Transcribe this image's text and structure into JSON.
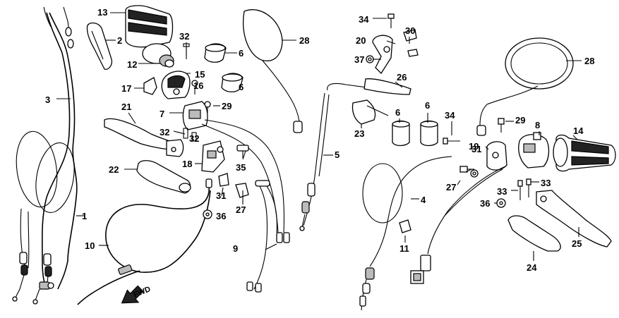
{
  "labels": {
    "l1": "1",
    "l2": "2",
    "l3": "3",
    "l4": "4",
    "l5": "5",
    "l6a": "6",
    "l6b": "6",
    "l6c": "6",
    "l6d": "6",
    "l7": "7",
    "l8": "8",
    "l9": "9",
    "l10": "10",
    "l11": "11",
    "l12": "12",
    "l13": "13",
    "l14": "14",
    "l15": "15",
    "l16": "16",
    "l17": "17",
    "l18": "18",
    "l19": "19",
    "l20": "20",
    "l21": "21",
    "l22": "22",
    "l23": "23",
    "l24": "24",
    "l25": "25",
    "l26": "26",
    "l27a": "27",
    "l27b": "27",
    "l28a": "28",
    "l28b": "28",
    "l29a": "29",
    "l29b": "29",
    "l30": "30",
    "l31a": "31",
    "l31b": "31",
    "l32a": "32",
    "l32b": "32",
    "l32c": "32",
    "l33a": "33",
    "l33b": "33",
    "l34a": "34",
    "l34b": "34",
    "l35": "35",
    "l36a": "36",
    "l36b": "36",
    "l37": "37"
  },
  "fwd_label": "FWD"
}
